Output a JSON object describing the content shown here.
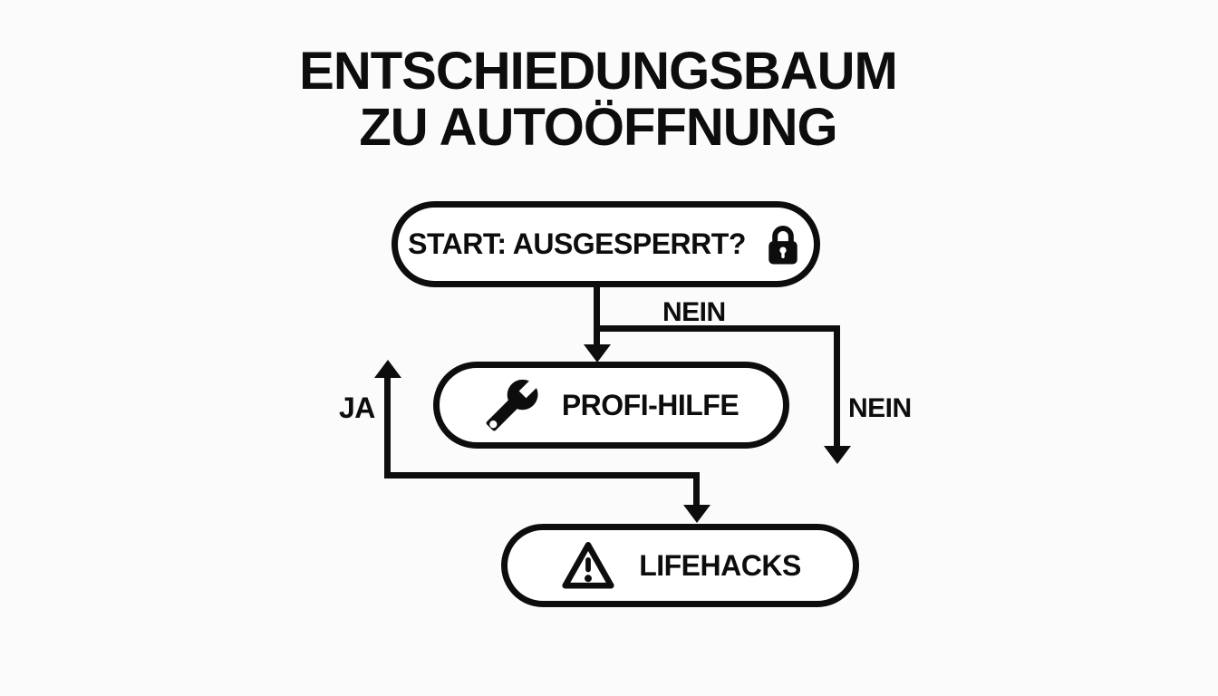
{
  "title": {
    "line1": "ENTSCHIEDUNGSBAUM",
    "line2": "ZU AUTOÖFFNUNG"
  },
  "nodes": {
    "start": {
      "label": "START: AUSGESPERRT?",
      "icon": "lock-icon"
    },
    "profi_hilfe": {
      "label": "PROFI-HILFE",
      "icon": "wrench-icon"
    },
    "lifehacks": {
      "label": "LIFEHACKS",
      "icon": "warning-triangle-icon"
    }
  },
  "edge_labels": {
    "nein_branch": "NEIN",
    "nein_down": "NEIN",
    "ja": "JA"
  },
  "colors": {
    "ink": "#0d0d0d",
    "background": "#fbfbfb"
  }
}
